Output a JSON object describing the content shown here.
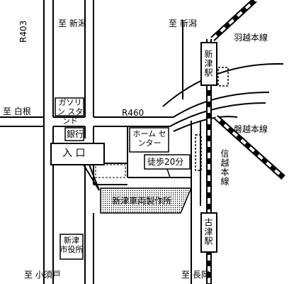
{
  "map": {
    "labels": {
      "to_niigata_left": "至 新潟",
      "to_niigata_right": "至 新潟",
      "r403": "R403",
      "uetsu_line": "羽越本線",
      "to_shirone": "至 白根",
      "gas_station": "ガソリン スタンド",
      "r460": "R460",
      "banetsu_line": "磐越本線",
      "bank": "銀行",
      "home_center": "ホーム センター",
      "entrance": "入 口",
      "walk": "徒歩20分",
      "shinetsu_line": "信越本線",
      "factory": "新津車両製作所",
      "shitsu_station": "新津駅",
      "furutsu_station": "古津駅",
      "city_hall": "新津 市役所",
      "to_kosudo": "至 小須戸",
      "to_nagaoka": "至 長岡"
    }
  }
}
